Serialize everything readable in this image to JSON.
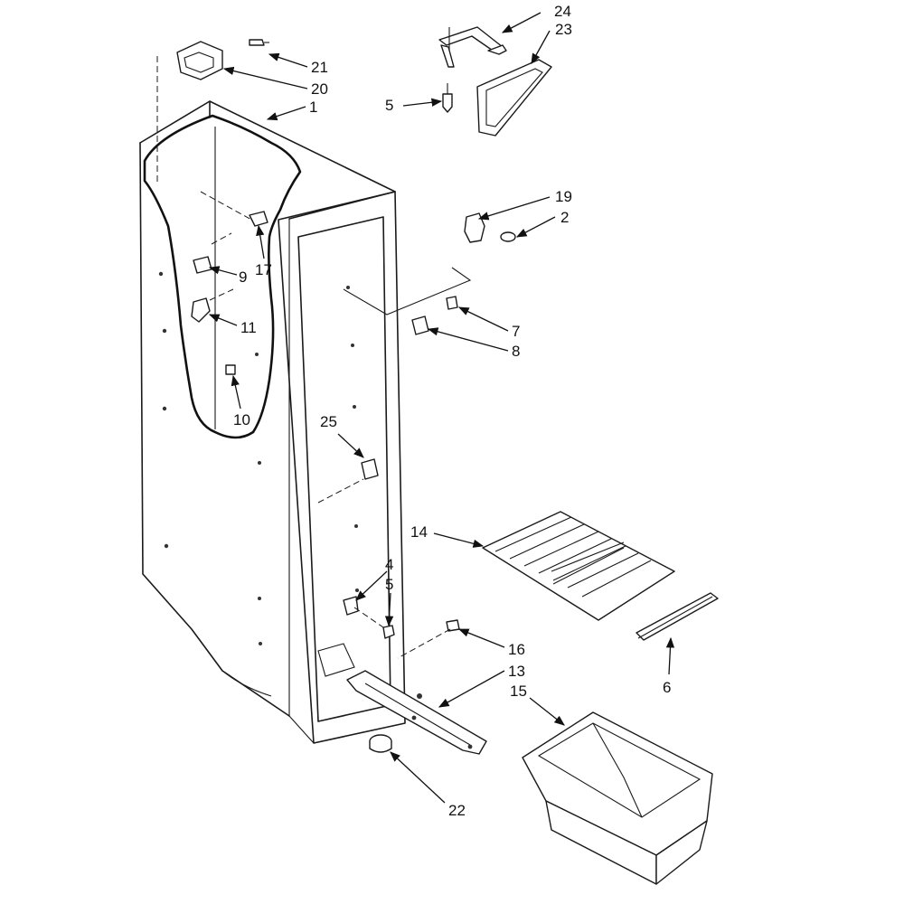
{
  "diagram": {
    "callouts": {
      "c24": "24",
      "c23": "23",
      "c21": "21",
      "c20": "20",
      "c1": "1",
      "c5a": "5",
      "c19": "19",
      "c2": "2",
      "c17": "17",
      "c9": "9",
      "c7": "7",
      "c8": "8",
      "c11": "11",
      "c10": "10",
      "c25": "25",
      "c14": "14",
      "c4": "4",
      "c5b": "5",
      "c16": "16",
      "c13": "13",
      "c15": "15",
      "c6": "6",
      "c22": "22"
    }
  }
}
